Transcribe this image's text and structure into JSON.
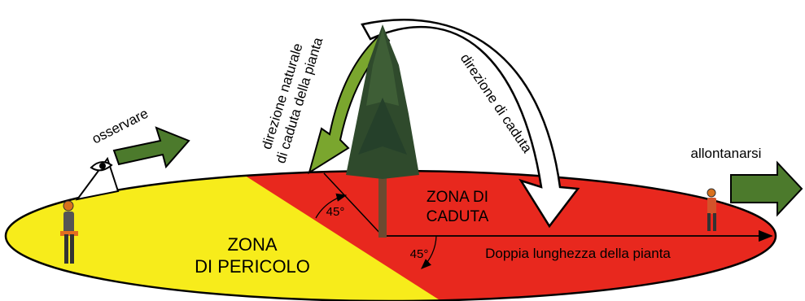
{
  "labels": {
    "observe": "osservare",
    "move_away": "allontanarsi",
    "natural_direction_line1": "direzione naturale",
    "natural_direction_line2": "di caduta della pianta",
    "fall_direction": "direzione di caduta",
    "fall_zone_line1": "ZONA DI",
    "fall_zone_line2": "CADUTA",
    "danger_zone_line1": "ZONA",
    "danger_zone_line2": "DI PERICOLO",
    "angle_top": "45°",
    "angle_bottom": "45°",
    "double_length": "Doppia lunghezza della pianta"
  },
  "colors": {
    "danger_zone": "#f7ec1b",
    "fall_zone": "#e8281e",
    "green_arrow": "#4c7a2c",
    "outline": "#000000",
    "tree_foliage": "#2f4a2c",
    "trunk": "#6b4a30"
  },
  "icons": [
    "eye-icon",
    "worker-figure-icon",
    "tree-icon",
    "green-arrow-icon",
    "white-curved-arrow-icon"
  ]
}
